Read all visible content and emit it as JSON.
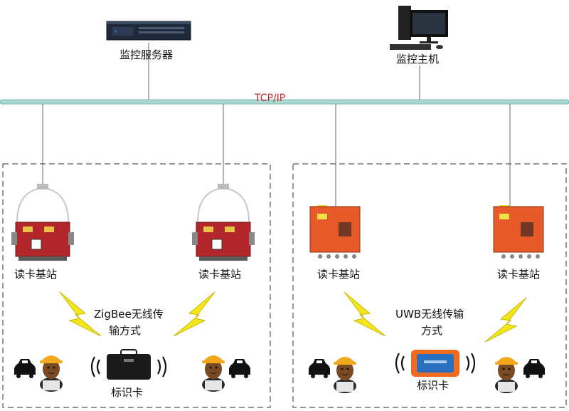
{
  "network": {
    "label": "TCP/IP"
  },
  "top": {
    "server_label": "监控服务器",
    "host_label": "监控主机"
  },
  "left_zone": {
    "station_left_label": "读卡基站",
    "station_right_label": "读卡基站",
    "method_line1": "ZigBee无线传",
    "method_line2": "输方式",
    "tag_label": "标识卡"
  },
  "right_zone": {
    "station_left_label": "读卡基站",
    "station_right_label": "读卡基站",
    "method_line1": "UWB无线传输",
    "method_line2": "方式",
    "tag_label": "标识卡"
  },
  "colors": {
    "bus": "#a8d8d0",
    "lightning": "#f5e61a",
    "station_red": "#b3262a",
    "station_orange": "#e85a2a",
    "helmet": "#f2a81d"
  }
}
